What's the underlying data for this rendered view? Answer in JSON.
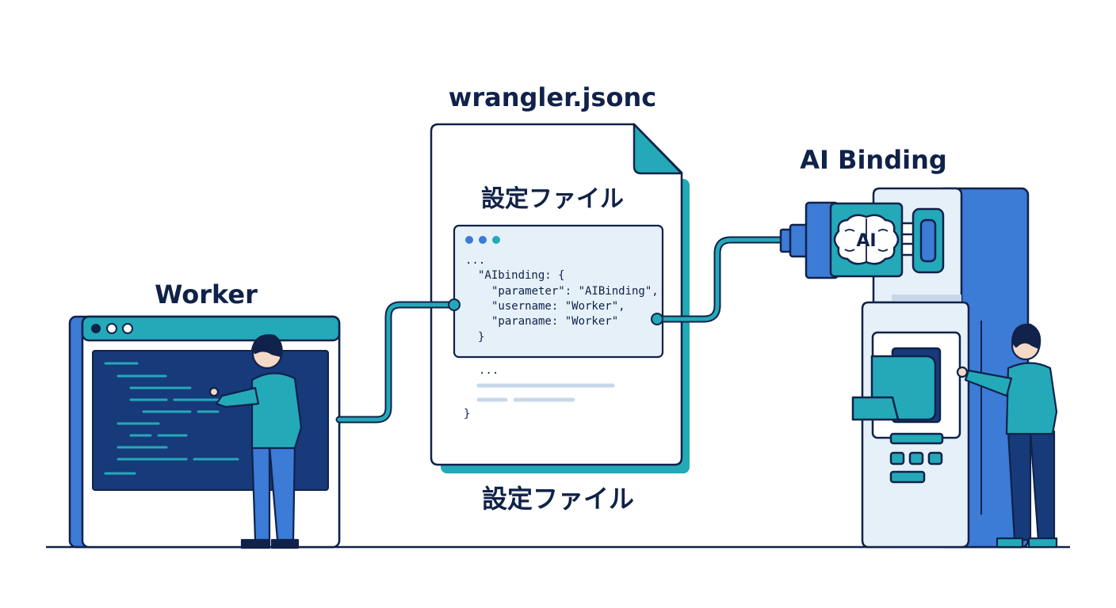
{
  "labels": {
    "worker": "Worker",
    "config_file": "wrangler.jsonc",
    "ai_binding": "AI Binding",
    "file_heading": "設定ファイル",
    "file_caption": "設定ファイル"
  },
  "code_lines": [
    "...",
    "\"AIbinding: {",
    "\"parameter\": \"AIBinding\",",
    "\"username: \"Worker\",",
    "\"paraname: \"Worker\"",
    "}"
  ],
  "file_after_lines": [
    "...",
    "}"
  ],
  "brain_text": "AI",
  "colors": {
    "navy": "#10224a",
    "teal": "#24a9b9",
    "blue": "#3c7bd6",
    "dark_screen": "#173a7a",
    "light_panel": "#e6f0f8"
  },
  "icons": {
    "worker_window": "browser-window-icon",
    "person": "person-icon",
    "document": "document-icon",
    "brain": "brain-icon",
    "machine": "ai-machine-icon"
  }
}
